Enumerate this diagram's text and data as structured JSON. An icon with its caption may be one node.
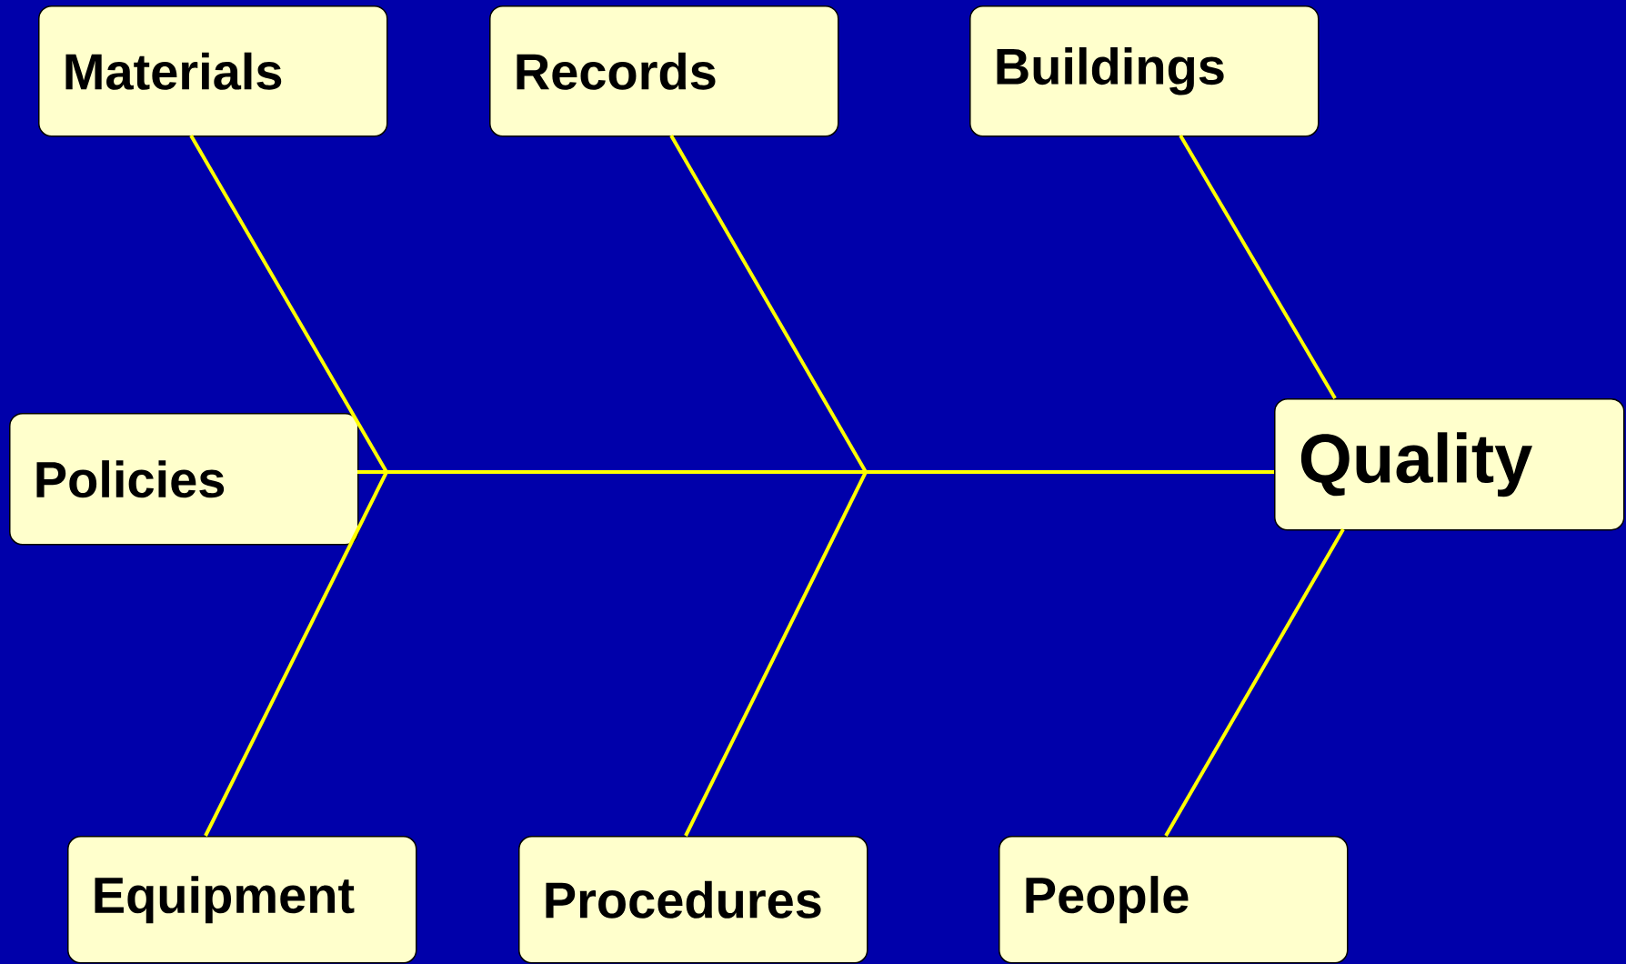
{
  "diagram": {
    "nodes": [
      {
        "text": [
          "Materials"
        ]
      },
      {
        "text": [
          "Records"
        ]
      },
      {
        "text": [
          "Buildings"
        ]
      },
      {
        "text": [
          "Policies"
        ]
      },
      {
        "text": [
          "Quality"
        ]
      },
      {
        "text": [
          "Equipment"
        ]
      },
      {
        "text": [
          "Procedures"
        ]
      },
      {
        "text": [
          "People"
        ]
      }
    ],
    "edges": [
      {
        "from": 3,
        "to": 4,
        "arrow": "none"
      },
      {
        "from": 0,
        "to": 4,
        "arrow": "none"
      },
      {
        "from": 5,
        "to": 4,
        "arrow": "none"
      },
      {
        "from": 1,
        "to": 4,
        "arrow": "none"
      },
      {
        "from": 6,
        "to": 4,
        "arrow": "none"
      },
      {
        "from": 2,
        "to": 4,
        "arrow": "none"
      },
      {
        "from": 7,
        "to": 4,
        "arrow": "none"
      }
    ]
  }
}
